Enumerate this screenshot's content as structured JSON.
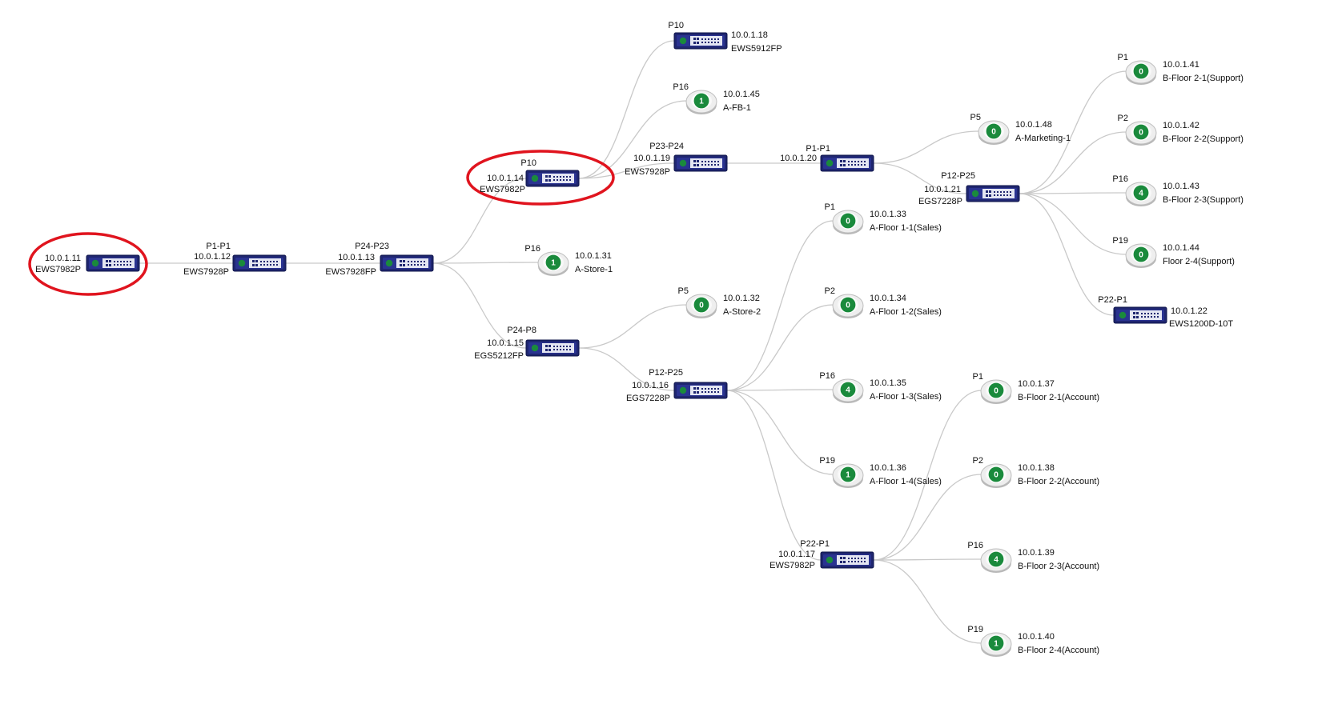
{
  "colors": {
    "switch_body": "#1f2670",
    "switch_panel": "#e4e6f2",
    "status_green": "#1a8a3c",
    "ap_shell": "#e6e6e6",
    "link_line": "#c9c9c9",
    "highlight_ring": "#e0141e"
  },
  "switches": {
    "s11": {
      "ip": "10.0.1.11",
      "model": "EWS7982P"
    },
    "s12": {
      "ip": "10.0.1.12",
      "model": "EWS7928P",
      "port": "P1-P1"
    },
    "s13": {
      "ip": "10.0.1.13",
      "model": "EWS7928FP",
      "port": "P24-P23"
    },
    "s14": {
      "ip": "10.0.1.14",
      "model": "EWS7982P",
      "port": "P10"
    },
    "s15": {
      "ip": "10.0.1.15",
      "model": "EGS5212FP",
      "port": "P24-P8"
    },
    "s16": {
      "ip": "10.0.1.16",
      "model": "EGS7228P",
      "port": "P12-P25"
    },
    "s17": {
      "ip": "10.0.1.17",
      "model": "EWS7982P",
      "port": "P22-P1"
    },
    "s18": {
      "ip": "10.0.1.18",
      "model": "EWS5912FP",
      "port": "P10"
    },
    "s19": {
      "ip": "10.0.1.19",
      "model": "EWS7928P",
      "port": "P23-P24"
    },
    "s20": {
      "ip": "10.0.1.20",
      "model": "",
      "port": "P1-P1"
    },
    "s21": {
      "ip": "10.0.1.21",
      "model": "EGS7228P",
      "port": "P12-P25"
    },
    "s22": {
      "ip": "10.0.1.22",
      "model": "EWS1200D-10T",
      "port": "P22-P1"
    }
  },
  "aps": {
    "a45": {
      "ip": "10.0.1.45",
      "name": "A-FB-1",
      "port": "P16",
      "count": "1"
    },
    "a31": {
      "ip": "10.0.1.31",
      "name": "A-Store-1",
      "port": "P16",
      "count": "1"
    },
    "a32": {
      "ip": "10.0.1.32",
      "name": "A-Store-2",
      "port": "P5",
      "count": "0"
    },
    "a48": {
      "ip": "10.0.1.48",
      "name": "A-Marketing-1",
      "port": "P5",
      "count": "0"
    },
    "a33": {
      "ip": "10.0.1.33",
      "name": "A-Floor 1-1(Sales)",
      "port": "P1",
      "count": "0"
    },
    "a34": {
      "ip": "10.0.1.34",
      "name": "A-Floor 1-2(Sales)",
      "port": "P2",
      "count": "0"
    },
    "a35": {
      "ip": "10.0.1.35",
      "name": "A-Floor 1-3(Sales)",
      "port": "P16",
      "count": "4"
    },
    "a36": {
      "ip": "10.0.1.36",
      "name": "A-Floor 1-4(Sales)",
      "port": "P19",
      "count": "1"
    },
    "a37": {
      "ip": "10.0.1.37",
      "name": "B-Floor 2-1(Account)",
      "port": "P1",
      "count": "0"
    },
    "a38": {
      "ip": "10.0.1.38",
      "name": "B-Floor 2-2(Account)",
      "port": "P2",
      "count": "0"
    },
    "a39": {
      "ip": "10.0.1.39",
      "name": "B-Floor 2-3(Account)",
      "port": "P16",
      "count": "4"
    },
    "a40": {
      "ip": "10.0.1.40",
      "name": "B-Floor 2-4(Account)",
      "port": "P19",
      "count": "1"
    },
    "a41": {
      "ip": "10.0.1.41",
      "name": "B-Floor 2-1(Support)",
      "port": "P1",
      "count": "0"
    },
    "a42": {
      "ip": "10.0.1.42",
      "name": "B-Floor 2-2(Support)",
      "port": "P2",
      "count": "0"
    },
    "a43": {
      "ip": "10.0.1.43",
      "name": "B-Floor 2-3(Support)",
      "port": "P16",
      "count": "4"
    },
    "a44": {
      "ip": "10.0.1.44",
      "name": "Floor 2-4(Support)",
      "port": "P19",
      "count": "0"
    }
  }
}
